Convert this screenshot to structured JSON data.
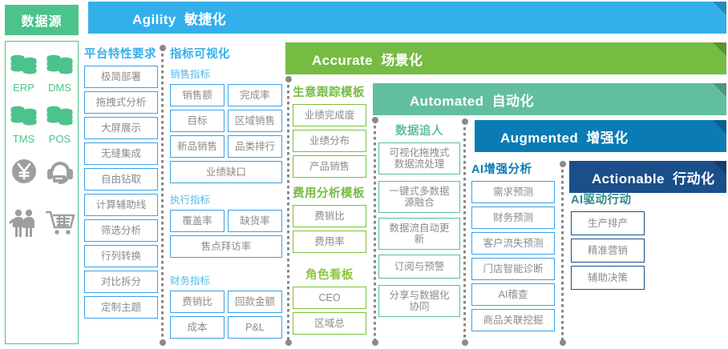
{
  "colors": {
    "agility": "#33b0ec",
    "accurate": "#76bc43",
    "automated": "#62bf9e",
    "augmented": "#0b7bb5",
    "actionable": "#1b4f8a",
    "source_green": "#4cc38a",
    "chip_text": "#8b8b8b",
    "dotted_gray": "#8a8a8a"
  },
  "source": {
    "header": "数据源",
    "items": [
      {
        "icon": "database-icon",
        "label": "ERP"
      },
      {
        "icon": "database-icon",
        "label": "DMS"
      },
      {
        "icon": "database-icon",
        "label": "TMS"
      },
      {
        "icon": "database-icon",
        "label": "POS"
      },
      {
        "icon": "yen-coin-icon",
        "label": ""
      },
      {
        "icon": "headset-support-icon",
        "label": ""
      },
      {
        "icon": "people-icon",
        "label": ""
      },
      {
        "icon": "shopping-cart-icon",
        "label": ""
      }
    ]
  },
  "banners": [
    {
      "en": "Agility",
      "cn": "敏捷化"
    },
    {
      "en": "Accurate",
      "cn": "场景化"
    },
    {
      "en": "Automated",
      "cn": "自动化"
    },
    {
      "en": "Augmented",
      "cn": "增强化"
    },
    {
      "en": "Actionable",
      "cn": "行动化"
    }
  ],
  "columns": [
    {
      "title": "平台特性要求",
      "title_color": "#33b0ec",
      "groups": [
        {
          "label": "",
          "label_color": "#33b0ec",
          "chips": [
            "极简部署",
            "拖拽式分析",
            "大屏展示",
            "无缝集成",
            "自由钻取",
            "计算辅助线",
            "筛选分析",
            "行列转换",
            "对比拆分",
            "定制主题"
          ]
        }
      ]
    },
    {
      "title": "指标可视化",
      "title_color": "#33b0ec",
      "groups": [
        {
          "label": "销售指标",
          "label_color": "#56b8e8",
          "chips": [
            "销售额",
            "完成率",
            "目标",
            "区域销售",
            "新品销售",
            "品类排行",
            "业绩缺口"
          ]
        },
        {
          "label": "执行指标",
          "label_color": "#56b8e8",
          "chips": [
            "覆盖率",
            "缺货率",
            "售点拜访率"
          ]
        },
        {
          "label": "财务指标",
          "label_color": "#56b8e8",
          "chips": [
            "费销比",
            "回款金额",
            "成本",
            "P&L"
          ]
        }
      ]
    },
    {
      "title": "生意跟踪模板",
      "title_color": "#76bc43",
      "groups": [
        {
          "label": "",
          "label_color": "#76bc43",
          "chips": [
            "业绩完成度",
            "业绩分布",
            "产品销售"
          ]
        },
        {
          "label": "费用分析模板",
          "label_color": "#76bc43",
          "chips": [
            "费销比",
            "费用率"
          ]
        },
        {
          "label": "角色看板",
          "label_color": "#8dc63f",
          "chips": [
            "CEO",
            "区域总"
          ]
        }
      ]
    },
    {
      "title": "数据追人",
      "title_color": "#62bf9e",
      "groups": [
        {
          "label": "",
          "label_color": "#62bf9e",
          "chips": [
            "可视化拖拽式\n数据流处理",
            "一键式多数据\n源融合",
            "数据流自动更\n新",
            "订阅与预警",
            "分享与数据化\n协同"
          ]
        }
      ]
    },
    {
      "title": "AI增强分析",
      "title_color": "#0b7bb5",
      "groups": [
        {
          "label": "",
          "label_color": "#0b7bb5",
          "chips": [
            "需求预测",
            "财务预测",
            "客户流失预测",
            "门店智能诊断",
            "AI稽查",
            "商品关联挖掘"
          ]
        }
      ]
    },
    {
      "title": "AI驱动行动",
      "title_color": "#2e8b8b",
      "groups": [
        {
          "label": "",
          "label_color": "#2e8b8b",
          "chips": [
            "生产排产",
            "精准营销",
            "辅助决策"
          ]
        }
      ]
    }
  ]
}
